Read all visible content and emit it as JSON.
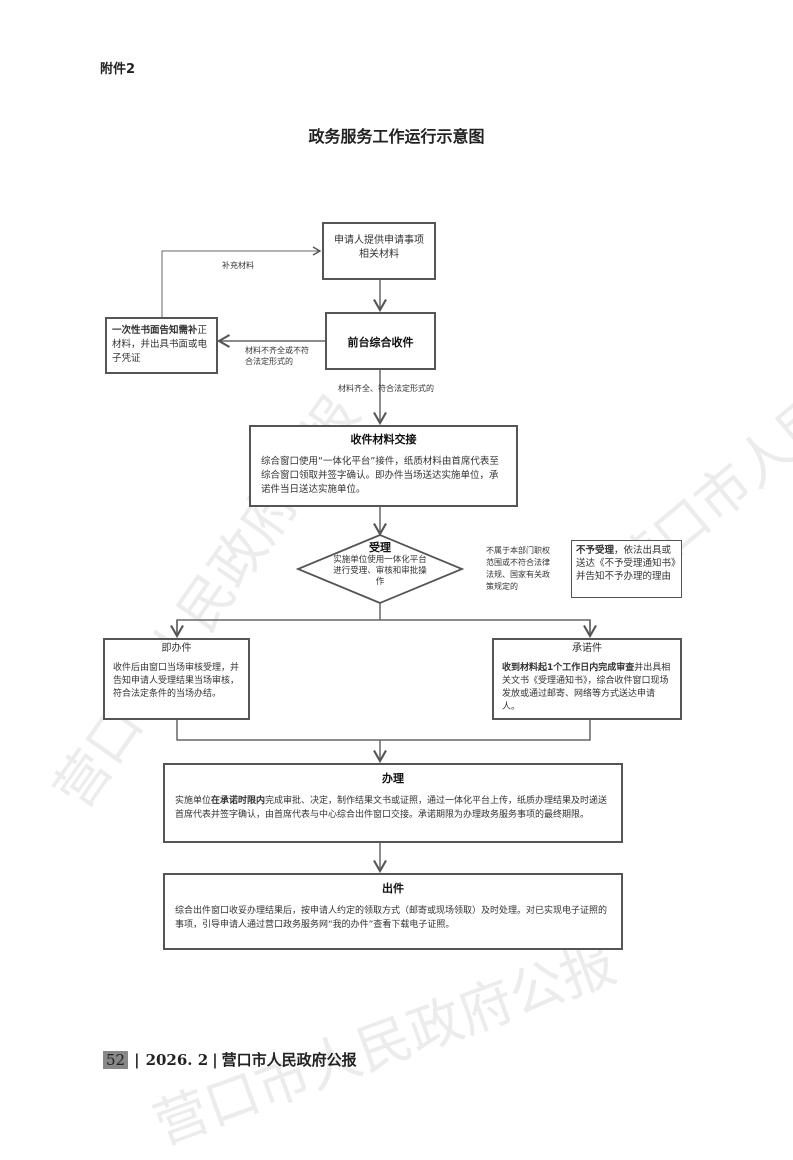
{
  "watermark": "营口市人民政府公报",
  "attachment": "附件2",
  "title": "政务服务工作运行示意图",
  "nodes": {
    "apply": "申请人提供申请事项相关材料",
    "front_desk": "前台综合收件",
    "notify_supplement": {
      "bold": "一次性书面告知需补",
      "rest": "正材料，并出具书面或电子凭证"
    },
    "handover": {
      "title": "收件材料交接",
      "body": "综合窗口使用“一体化平台”接件，纸质材料由首席代表至综合窗口领取并签字确认。即办件当场送达实施单位，承诺件当日送达实施单位。"
    },
    "accept": {
      "title": "受理",
      "body": "实施单位使用一体化平台进行受理、审核和审批操作"
    },
    "reject": {
      "bold": "不予受理",
      "rest": "，依法出具或送达《不予受理通知书》并告知不予办理的理由"
    },
    "instant": {
      "title": "即办件",
      "body": "收件后由窗口当场审核受理，并告知申请人受理结果当场审核，符合法定条件的当场办结。"
    },
    "promise": {
      "title": "承诺件",
      "bold": "收到材料起1个工作日内完成审查",
      "rest": "并出具相关文书《受理通知书》，综合收件窗口现场发放或通过邮寄、网络等方式送达申请人。"
    },
    "process": {
      "title": "办理",
      "pre": "实施单位",
      "bold": "在承诺时限内",
      "rest": "完成审批、决定，制作结果文书或证照，通过一体化平台上传，纸质办理结果及时递送首席代表并签字确认，由首席代表与中心综合出件窗口交接。承诺期限为办理政务服务事项的最终期限。"
    },
    "deliver": {
      "title": "出件",
      "body": "综合出件窗口收妥办理结果后，按申请人约定的领取方式（邮寄或现场领取）及时处理。对已实现电子证照的事项，引导申请人通过营口政务服务网“我的办件”查看下载电子证照。"
    }
  },
  "edge_labels": {
    "supplement": "补充材料",
    "incomplete": "材料不齐全或不符合法定形式的",
    "complete": "材料齐全、符合法定形式的",
    "not_jurisdiction": "不属于本部门职权范围或不符合法律法规、国家有关政策规定的"
  },
  "footer": {
    "page": "52",
    "issue": "2026. 2",
    "publication": "营口市人民政府公报"
  }
}
